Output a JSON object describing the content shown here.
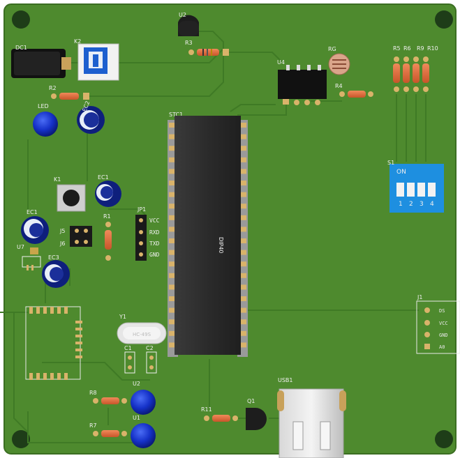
{
  "labels": {
    "dc1": "DC1",
    "k2": "K2",
    "u2_top": "U2",
    "r3": "R3",
    "u4": "U4",
    "rg": "RG",
    "r5": "R5",
    "r6": "R6",
    "r9": "R9",
    "r10": "R10",
    "r2": "R2",
    "r4": "R4",
    "led1": "LED",
    "ec2": "EC2",
    "stc1": "STC1",
    "k1": "K1",
    "ec1_right": "EC1",
    "s1": "S1",
    "ec1_left": "EC1",
    "jp1": "JP1",
    "r1": "R1",
    "j5": "J5",
    "j6": "J6",
    "u7": "U7",
    "ec3": "EC3",
    "dip40": "DIP40",
    "j1": "J1",
    "y1": "Y1",
    "crystal": "HC-49S",
    "c1": "C1",
    "c2": "C2",
    "usb1": "USB1",
    "r8": "R8",
    "u2_bottom": "U2",
    "r7": "R7",
    "u1": "U1",
    "r11": "R11",
    "q1": "Q1"
  },
  "jp1_pins": [
    "VCC",
    "RXD",
    "TXD",
    "GND"
  ],
  "j1_pins": [
    "DS",
    "VCC",
    "GND",
    "A0"
  ],
  "dip_switch": {
    "on": "ON",
    "numbers": [
      "1",
      "2",
      "3",
      "4"
    ]
  },
  "colors": {
    "board": "#4e8a2e",
    "trace": "#3f7a25",
    "silk": "#f0f0f0",
    "chip": "#2a2a2a",
    "dip_switch": "#1e8fe0",
    "led_blue": "#1531c8"
  }
}
